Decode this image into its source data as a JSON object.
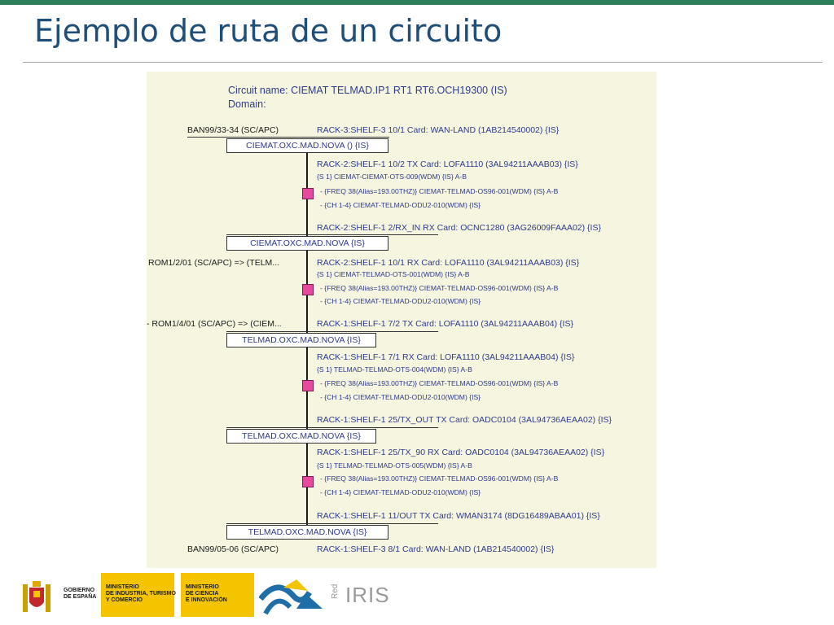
{
  "slide": {
    "title": "Ejemplo de ruta de un circuito"
  },
  "diagram": {
    "header": {
      "circuit": "Circuit name: CIEMAT  TELMAD.IP1  RT1  RT6.OCH19300 (IS)",
      "domain": "Domain:"
    },
    "ports": {
      "start": "BAN99/33-34 (SC/APC)",
      "rom1": "ROM1/2/01 (SC/APC) => (TELM...",
      "rom2": "- ROM1/4/01 (SC/APC) => (CIEM...",
      "end": "BAN99/05-06 (SC/APC)"
    },
    "nodes": [
      "CIEMAT.OXC.MAD.NOVA ()  {IS}",
      "CIEMAT.OXC.MAD.NOVA  {IS}",
      "TELMAD.OXC.MAD.NOVA  {IS}",
      "TELMAD.OXC.MAD.NOVA  {IS}",
      "TELMAD.OXC.MAD.NOVA  {IS}"
    ],
    "rack_lines": [
      "RACK-3:SHELF-3 10/1      Card: WAN-LAND (1AB214540002) {IS}",
      "RACK-2:SHELF-1 10/2 TX     Card: LOFA1110 (3AL94211AAAB03) {IS}",
      "RACK-2:SHELF-1 2/RX_IN RX     Card: OCNC1280 (3AG26009FAAA02) {IS}",
      "RACK-2:SHELF-1 10/1 RX     Card: LOFA1110 (3AL94211AAAB03) {IS}",
      "RACK-1:SHELF-1 7/2 TX     Card: LOFA1110 (3AL94211AAAB04) {IS}",
      "RACK-1:SHELF-1 7/1 RX     Card: LOFA1110 (3AL94211AAAB04) {IS}",
      "RACK-1:SHELF-1 25/TX_OUT TX     Card: OADC0104 (3AL94736AEAA02) {IS}",
      "RACK-1:SHELF-1 25/TX_90 RX     Card: OADC0104 (3AL94736AEAA02) {IS}",
      "RACK-1:SHELF-1 11/OUT TX     Card: WMAN3174 (8DG16489ABAA01) {IS}",
      "RACK-1:SHELF-3 8/1      Card: WAN-LAND (1AB214540002) {IS}"
    ],
    "links": [
      {
        "s": "{S 1}  CIEMAT-CIEMAT-OTS-009(WDM) {IS} A-B",
        "freq": "- {FREQ 38(Alias=193.00THZ)}  CIEMAT-TELMAD-OS96-001(WDM) {IS} A-B",
        "ch": "- {CH 1-4}  CIEMAT-TELMAD-ODU2-010(WDM) {IS}"
      },
      {
        "s": "{S 1}  CIEMAT-TELMAD-OTS-001(WDM) {IS} A-B",
        "freq": "- {FREQ 38(Alias=193.00THZ)}  CIEMAT-TELMAD-OS96-001(WDM) {IS} A-B",
        "ch": "- {CH 1-4}  CIEMAT-TELMAD-ODU2-010(WDM) {IS}"
      },
      {
        "s": "{S 1}  TELMAD-TELMAD-OTS-004(WDM) {IS} A-B",
        "freq": "- {FREQ 38(Alias=193.00THZ)}  CIEMAT-TELMAD-OS96-001(WDM) {IS} A-B",
        "ch": "- {CH 1-4}  CIEMAT-TELMAD-ODU2-010(WDM) {IS}"
      },
      {
        "s": "{S 1}  TELMAD-TELMAD-OTS-005(WDM) {IS} A-B",
        "freq": "- {FREQ 38(Alias=193.00THZ)}  CIEMAT-TELMAD-OS96-001(WDM) {IS} A-B",
        "ch": "- {CH 1-4}  CIEMAT-TELMAD-ODU2-010(WDM) {IS}"
      }
    ],
    "colors": {
      "link_marker": "#e64a9e",
      "text": "#2e3a8c",
      "background": "#f6f6e0"
    }
  },
  "footer": {
    "gobierno": [
      "GOBIERNO",
      "DE ESPAÑA"
    ],
    "ministerio_industria": [
      "MINISTERIO",
      "DE INDUSTRIA, TURISMO",
      "Y COMERCIO"
    ],
    "ministerio_ciencia": [
      "MINISTERIO",
      "DE CIENCIA",
      "E INNOVACIÓN"
    ],
    "rediris_red": "Red",
    "rediris_iris": "IRIS"
  }
}
